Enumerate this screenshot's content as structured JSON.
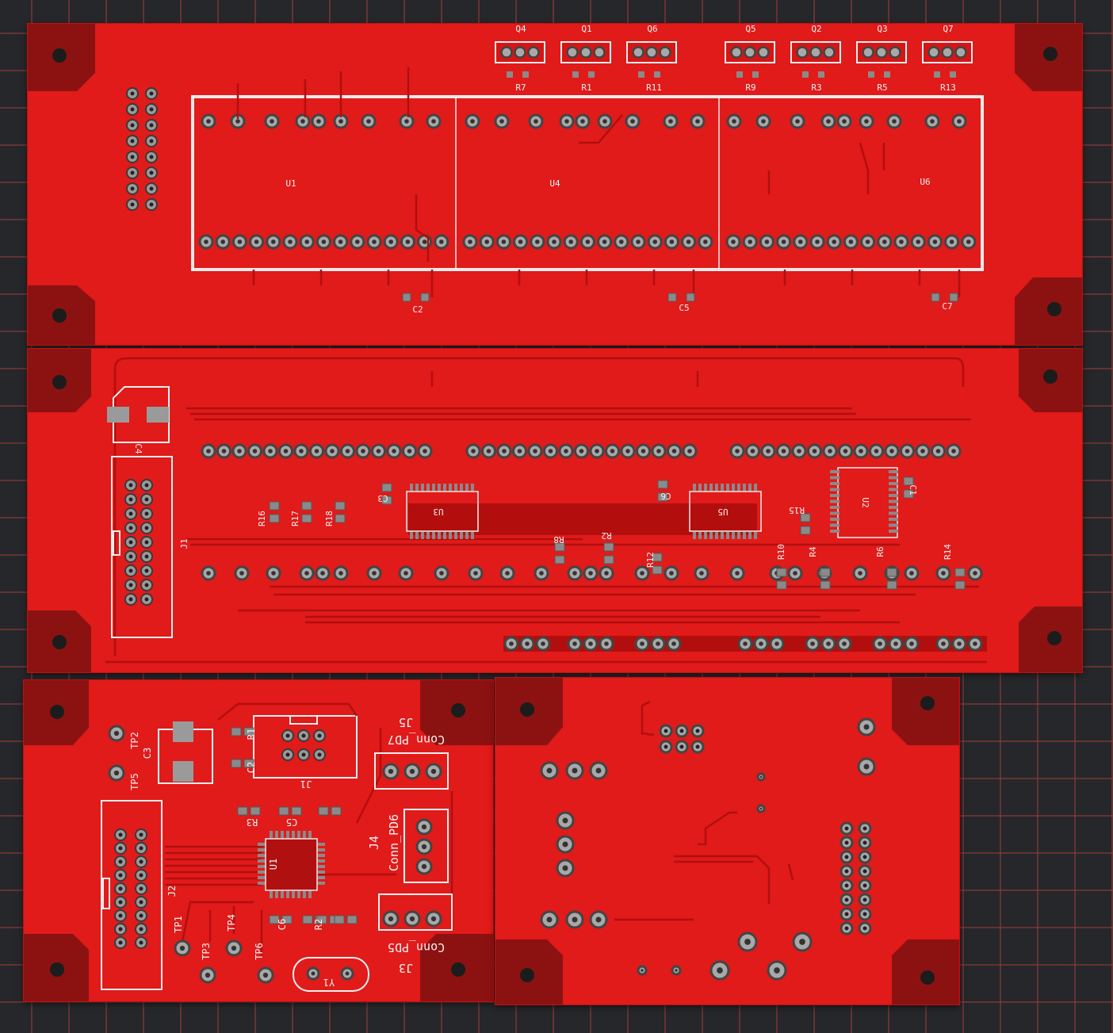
{
  "image_description_labels": {
    "top_board": {
      "transistors": [
        "Q4",
        "Q1",
        "Q6",
        "Q5",
        "Q2",
        "Q3",
        "Q7"
      ],
      "resistors": [
        "R7",
        "R1",
        "R11",
        "R9",
        "R3",
        "R5",
        "R13"
      ],
      "ics": [
        "U1",
        "U4",
        "U6"
      ],
      "capacitors": [
        "C2",
        "C5",
        "C7"
      ]
    },
    "middle_board": {
      "labels": [
        "C4",
        "J1",
        "U3",
        "U5",
        "U2",
        "C3",
        "C6",
        "C1",
        "R16",
        "R17",
        "R18",
        "R8",
        "R2",
        "R12",
        "R15",
        "R10",
        "R4",
        "R6",
        "R14"
      ]
    },
    "bottom_left_board": {
      "labels": [
        "TP2",
        "TP5",
        "C3",
        "R1",
        "C2",
        "J1",
        "R3",
        "C5",
        "U1",
        "J2",
        "TP1",
        "TP3",
        "TP4",
        "TP6",
        "C6",
        "R2",
        "Y1",
        "J5",
        "J4",
        "J3"
      ],
      "connectors": [
        "Conn_PD7",
        "Conn_PD6",
        "Conn_PD5"
      ]
    }
  }
}
